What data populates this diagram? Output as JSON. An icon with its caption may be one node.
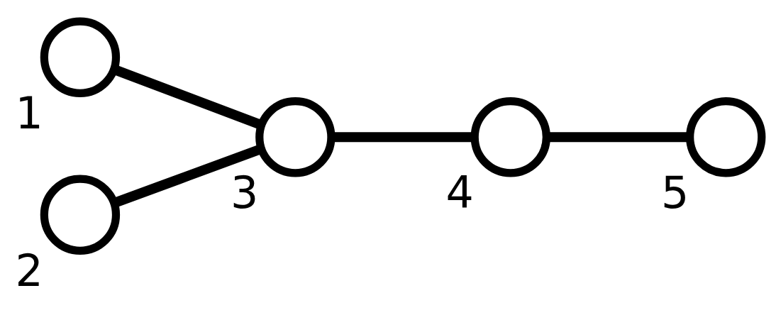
{
  "diagram": {
    "nodes": [
      {
        "text": [],
        "shape": "circle",
        "beside": [
          "1"
        ]
      },
      {
        "text": [],
        "shape": "circle",
        "beside": [
          "2"
        ]
      },
      {
        "text": [],
        "shape": "circle",
        "beside": [
          "3"
        ]
      },
      {
        "text": [],
        "shape": "circle",
        "beside": [
          "4"
        ]
      },
      {
        "text": [],
        "shape": "circle",
        "beside": [
          "5"
        ]
      }
    ],
    "edges": [
      {
        "from": 0,
        "to": 2,
        "arrow": "none"
      },
      {
        "from": 1,
        "to": 2,
        "arrow": "none"
      },
      {
        "from": 2,
        "to": 3,
        "arrow": "none"
      },
      {
        "from": 3,
        "to": 4,
        "arrow": "none"
      }
    ]
  }
}
